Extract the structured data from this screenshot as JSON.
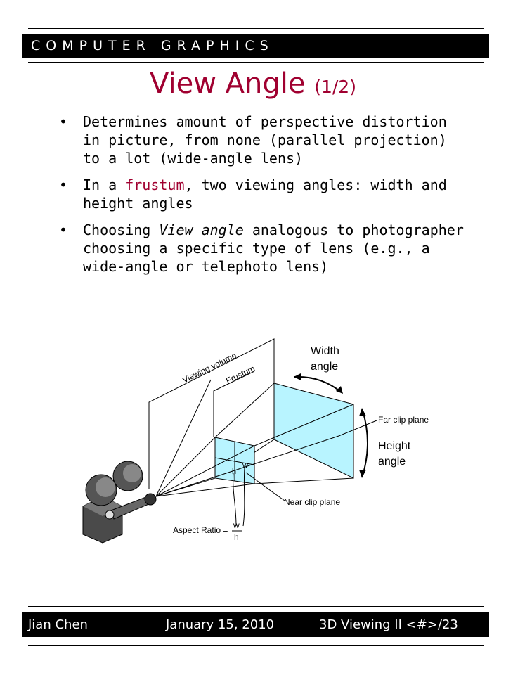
{
  "header": {
    "title": "COMPUTER GRAPHICS"
  },
  "slide": {
    "title": "View Angle",
    "title_suffix": "(1/2)",
    "bullets": [
      {
        "text": "Determines amount of perspective distortion in picture, from none (parallel projection) to a lot (wide-angle lens)"
      },
      {
        "prefix": "In a ",
        "highlight": "frustum",
        "suffix": ", two viewing angles: width and height angles"
      },
      {
        "prefix": "Choosing ",
        "emphasis": "View angle",
        "suffix": " analogous to photographer choosing a specific type of lens (e.g., a wide-angle or telephoto lens)"
      }
    ]
  },
  "diagram": {
    "label_viewing_volume": "Viewing volume",
    "label_frustum": "Frustum",
    "label_width_angle_1": "Width",
    "label_width_angle_2": "angle",
    "label_far_clip": "Far clip plane",
    "label_height_angle_1": "Height",
    "label_height_angle_2": "angle",
    "label_near_clip": "Near clip plane",
    "label_aspect_ratio": "Aspect Ratio =",
    "label_w": "w",
    "label_h": "h",
    "colors": {
      "plane_fill": "#b8f4ff",
      "accent": "#a00030"
    }
  },
  "footer": {
    "author": "Jian Chen",
    "date": "January 15, 2010",
    "slide_ref": "3D Viewing II <#>/23"
  }
}
